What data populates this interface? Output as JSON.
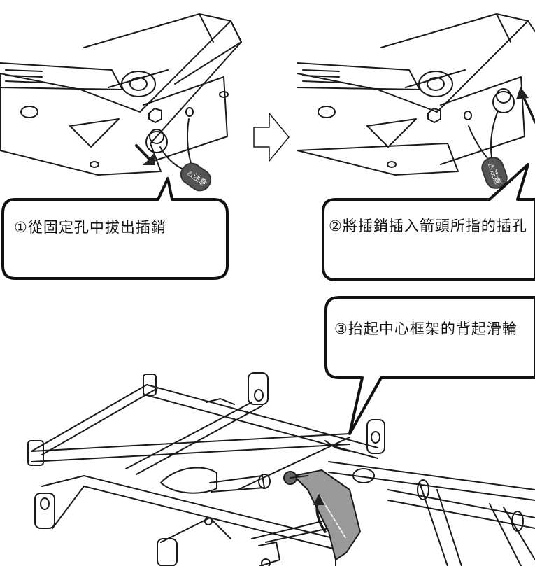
{
  "steps": [
    {
      "text": "①從固定孔中拔出插銷"
    },
    {
      "text": "②將插銷插入箭頭所指的插孔"
    },
    {
      "text": "③抬起中心框架的背起滑輪"
    }
  ],
  "tag_label": "⚠注意",
  "colors": {
    "line": "#1a1a1a",
    "tag": "#555555",
    "arrow": "#222222"
  }
}
